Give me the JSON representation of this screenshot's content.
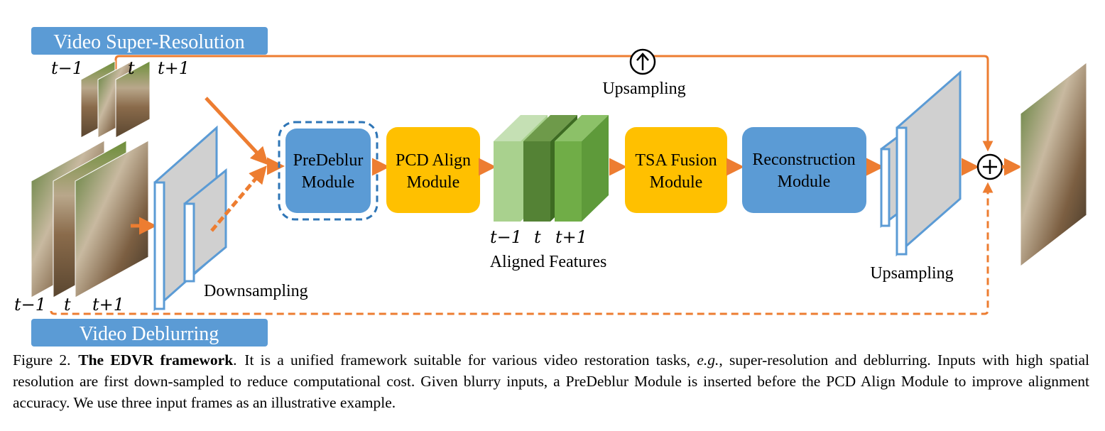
{
  "colors": {
    "arrow": "#ED7D31",
    "blue_module": "#5B9BD5",
    "yellow_module": "#FFC000",
    "task_label_bg": "#5B9BD5",
    "feature_light": "#A9D18E",
    "feature_dark": "#548235",
    "feature_mid": "#70AD47",
    "feature_map_fill": "#D0D0D0"
  },
  "task_labels": {
    "super_resolution": "Video Super-Resolution",
    "deblurring": "Video Deblurring"
  },
  "frame_labels": {
    "sr": {
      "prev": "t−1",
      "cur": "t",
      "next": "t+1"
    },
    "deblur": {
      "prev": "t−1",
      "cur": "t",
      "next": "t+1"
    },
    "features": {
      "prev": "t−1",
      "cur": "t",
      "next": "t+1"
    }
  },
  "modules": {
    "predeblur": {
      "line1": "PreDeblur",
      "line2": "Module"
    },
    "pcd": {
      "line1": "PCD Align",
      "line2": "Module"
    },
    "tsa": {
      "line1": "TSA Fusion",
      "line2": "Module"
    },
    "reconstruction": {
      "line1": "Reconstruction",
      "line2": "Module"
    }
  },
  "labels": {
    "downsampling": "Downsampling",
    "aligned_features": "Aligned Features",
    "upsampling_output": "Upsampling",
    "upsampling_skip": "Upsampling",
    "upsample_symbol": "↑",
    "add_symbol": "+"
  },
  "caption": {
    "prefix": "Figure 2. ",
    "bold": "The EDVR framework",
    "part1": ". It is a unified framework suitable for various video restoration tasks, ",
    "eg": "e.g.",
    "part2": ", super-resolution and deblurring. Inputs with high spatial resolution are first down-sampled to reduce computational cost. Given blurry inputs, a PreDeblur Module is inserted before the PCD Align Module to improve alignment accuracy. We use three input frames as an illustrative example."
  }
}
